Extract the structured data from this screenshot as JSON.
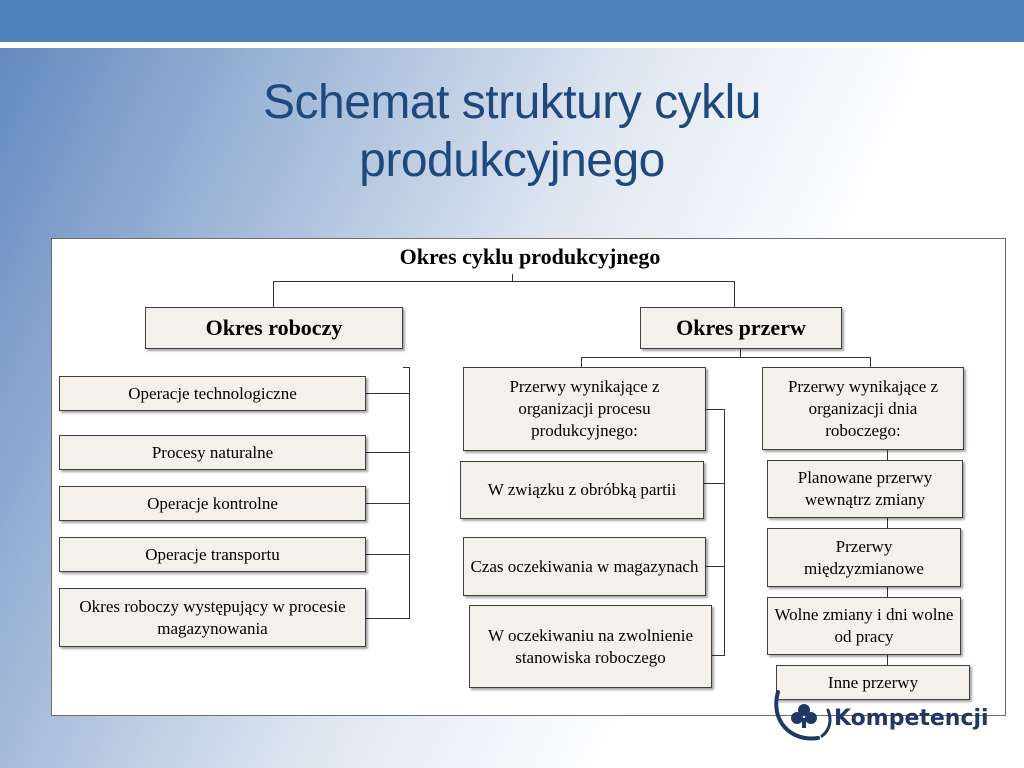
{
  "slide": {
    "title_line1": "Schemat struktury cyklu",
    "title_line2": "produkcyjnego"
  },
  "diagram": {
    "root": "Okres cyklu produkcyjnego",
    "left": {
      "label": "Okres roboczy",
      "items": [
        "Operacje technologiczne",
        "Procesy naturalne",
        "Operacje kontrolne",
        "Operacje transportu",
        "Okres roboczy występujący w procesie magazynowania"
      ]
    },
    "right": {
      "label": "Okres przerw",
      "branch_a": {
        "label": "Przerwy wynikające z organizacji procesu produkcyjnego:",
        "items": [
          "W związku z obróbką partii",
          "Czas oczekiwania w magazynach",
          "W oczekiwaniu na zwolnienie stanowiska roboczego"
        ]
      },
      "branch_b": {
        "label": "Przerwy wynikające z organizacji dnia roboczego:",
        "items": [
          "Planowane przerwy wewnątrz zmiany",
          "Przerwy międzyzmianowe",
          "Wolne zmiany i dni wolne od pracy",
          "Inne przerwy"
        ]
      }
    }
  },
  "logo": {
    "text": "Kompetencji"
  },
  "colors": {
    "title": "#1f497d",
    "bar": "#4f81bd",
    "box_fill": "#f3f1e9"
  }
}
